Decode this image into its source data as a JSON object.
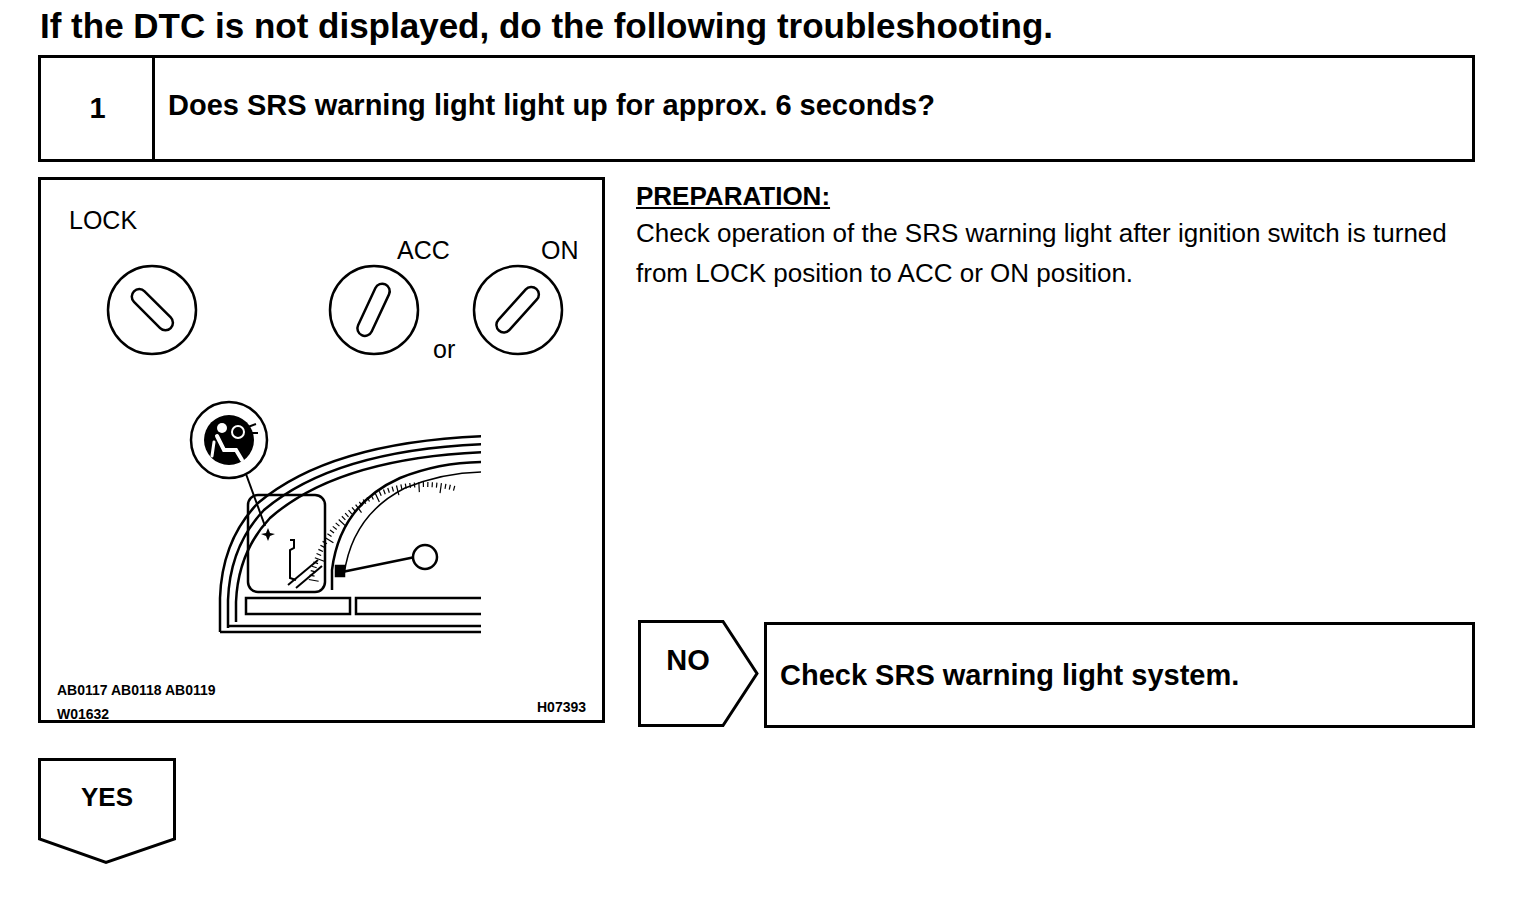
{
  "diagram": {
    "title": "If the DTC is not displayed, do the following troubleshooting.",
    "nodes": [
      {
        "text": [
          "1",
          "Does SRS warning light light up for approx. 6 seconds?"
        ]
      },
      {
        "text": [
          "LOCK",
          "ACC",
          "ON",
          "or",
          "AB0117 AB0118 AB0119",
          "W01632",
          "H07393"
        ]
      },
      {
        "text": [
          "NO"
        ]
      },
      {
        "text": [
          "Check SRS warning light system."
        ]
      },
      {
        "text": [
          "YES"
        ]
      }
    ],
    "labels": [
      "PREPARATION:",
      "Check operation of the SRS warning light after ignition switch is turned from LOCK position to ACC or ON position."
    ]
  }
}
